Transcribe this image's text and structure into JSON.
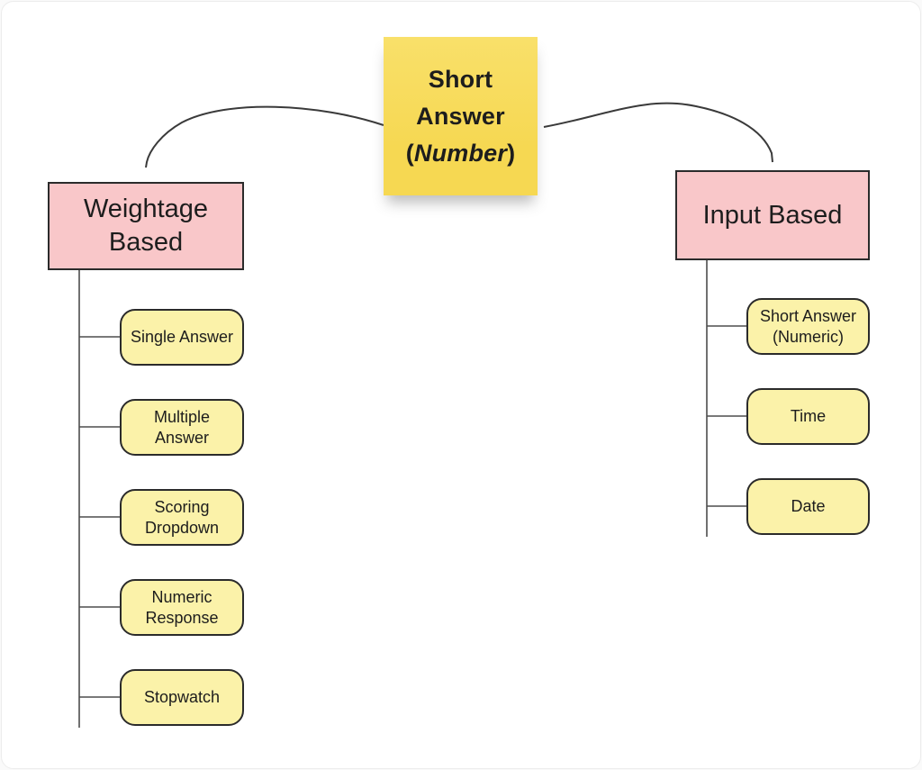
{
  "root": {
    "line1": "Short",
    "line2": "Answer",
    "paren_open": "(",
    "emphasis": "Number",
    "paren_close": ")"
  },
  "branches": [
    {
      "label": "Weightage Based",
      "children": [
        "Single Answer",
        "Multiple Answer",
        "Scoring Dropdown",
        "Numeric Response",
        "Stopwatch"
      ]
    },
    {
      "label": "Input Based",
      "children": [
        "Short Answer (Numeric)",
        "Time",
        "Date"
      ]
    }
  ],
  "colors": {
    "root_fill": "#f6d852",
    "branch_fill": "#f9c7c9",
    "leaf_fill": "#fbf2a9",
    "node_border": "#2b2b2b",
    "edge_stroke": "#3a3a3a",
    "text": "#1d1d1d"
  }
}
